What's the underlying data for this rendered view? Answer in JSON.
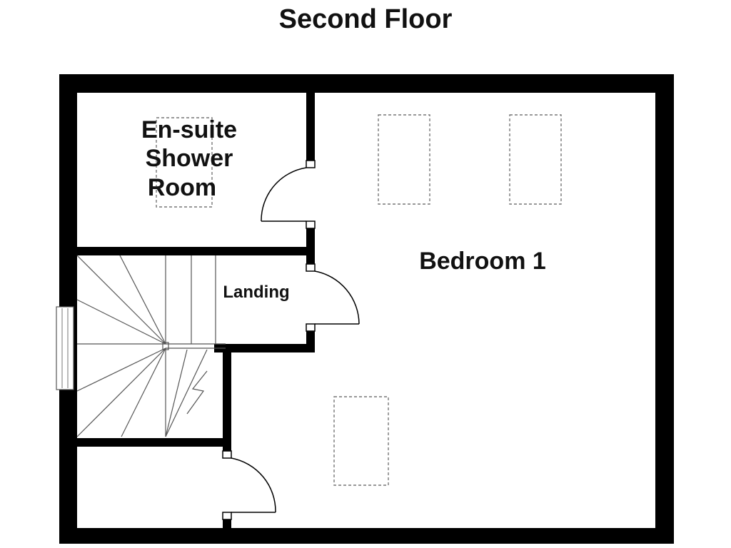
{
  "title": "Second Floor",
  "rooms": {
    "ensuite": {
      "line1": "En-suite",
      "line2": "Shower",
      "line3": "Room"
    },
    "landing": "Landing",
    "bedroom": "Bedroom 1"
  },
  "colors": {
    "wall": "#000000",
    "background": "#ffffff",
    "skylight": "#777777"
  }
}
